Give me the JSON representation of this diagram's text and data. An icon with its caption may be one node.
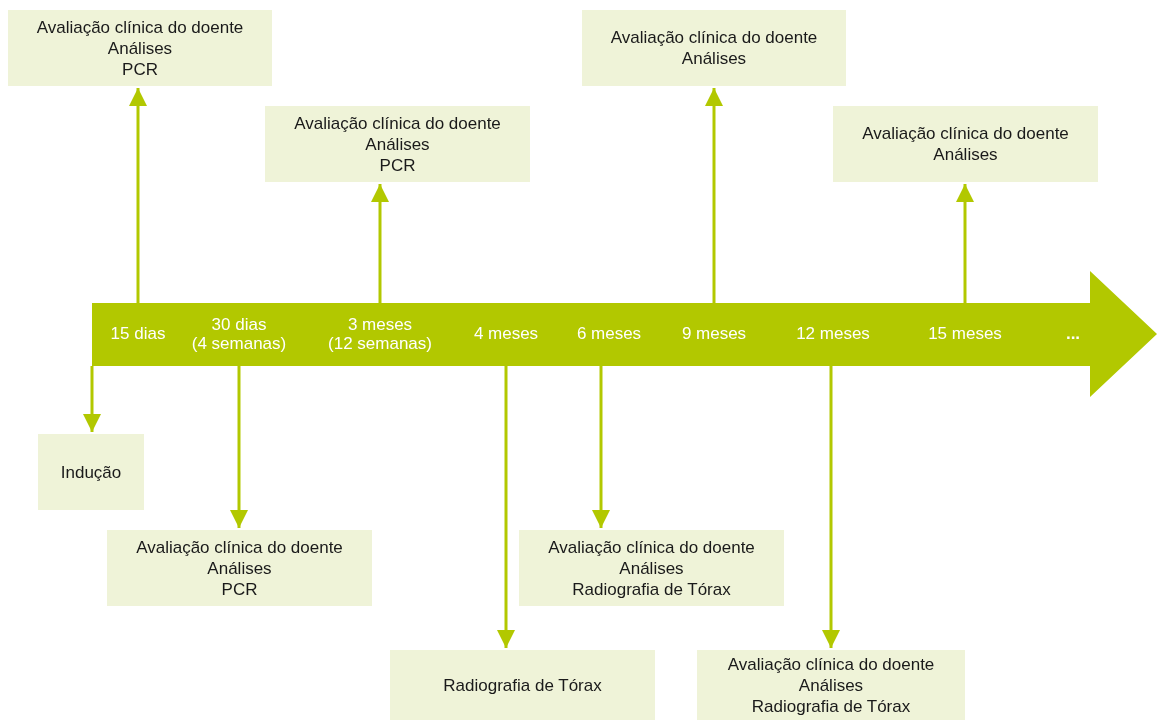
{
  "diagram": {
    "nodes": [
      {
        "text": [],
        "shape": "arrow"
      },
      {
        "text": [
          "Avaliação clínica do doente",
          "Análises",
          "PCR"
        ]
      },
      {
        "text": [
          "Avaliação clínica do doente",
          "Análises",
          "PCR"
        ]
      },
      {
        "text": [
          "Avaliação clínica do doente",
          "Análises"
        ]
      },
      {
        "text": [
          "Avaliação clínica do doente",
          "Análises"
        ]
      },
      {
        "text": [
          "Indução"
        ]
      },
      {
        "text": [
          "Avaliação clínica do doente",
          "Análises",
          "PCR"
        ]
      },
      {
        "text": [
          "Radiografia de Tórax"
        ]
      },
      {
        "text": [
          "Avaliação clínica do doente",
          "Análises",
          "Radiografia de Tórax"
        ]
      },
      {
        "text": [
          "Avaliação clínica do doente",
          "Análises",
          "Radiografia de Tórax"
        ]
      }
    ],
    "edges": [
      {
        "from": 0,
        "to": 1,
        "arrow": "to"
      },
      {
        "from": 0,
        "to": 2,
        "arrow": "to"
      },
      {
        "from": 0,
        "to": 3,
        "arrow": "to"
      },
      {
        "from": 0,
        "to": 4,
        "arrow": "to"
      },
      {
        "from": 0,
        "to": 5,
        "arrow": "to"
      },
      {
        "from": 0,
        "to": 6,
        "arrow": "to"
      },
      {
        "from": 0,
        "to": 7,
        "arrow": "to"
      },
      {
        "from": 0,
        "to": 8,
        "arrow": "to"
      },
      {
        "from": 0,
        "to": 9,
        "arrow": "to"
      }
    ],
    "labels": [
      "15 dias",
      "30 dias",
      "(4 semanas)",
      "3 meses",
      "(12 semanas)",
      "4 meses",
      "6 meses",
      "9 meses",
      "12 meses",
      "15 meses",
      "..."
    ]
  }
}
